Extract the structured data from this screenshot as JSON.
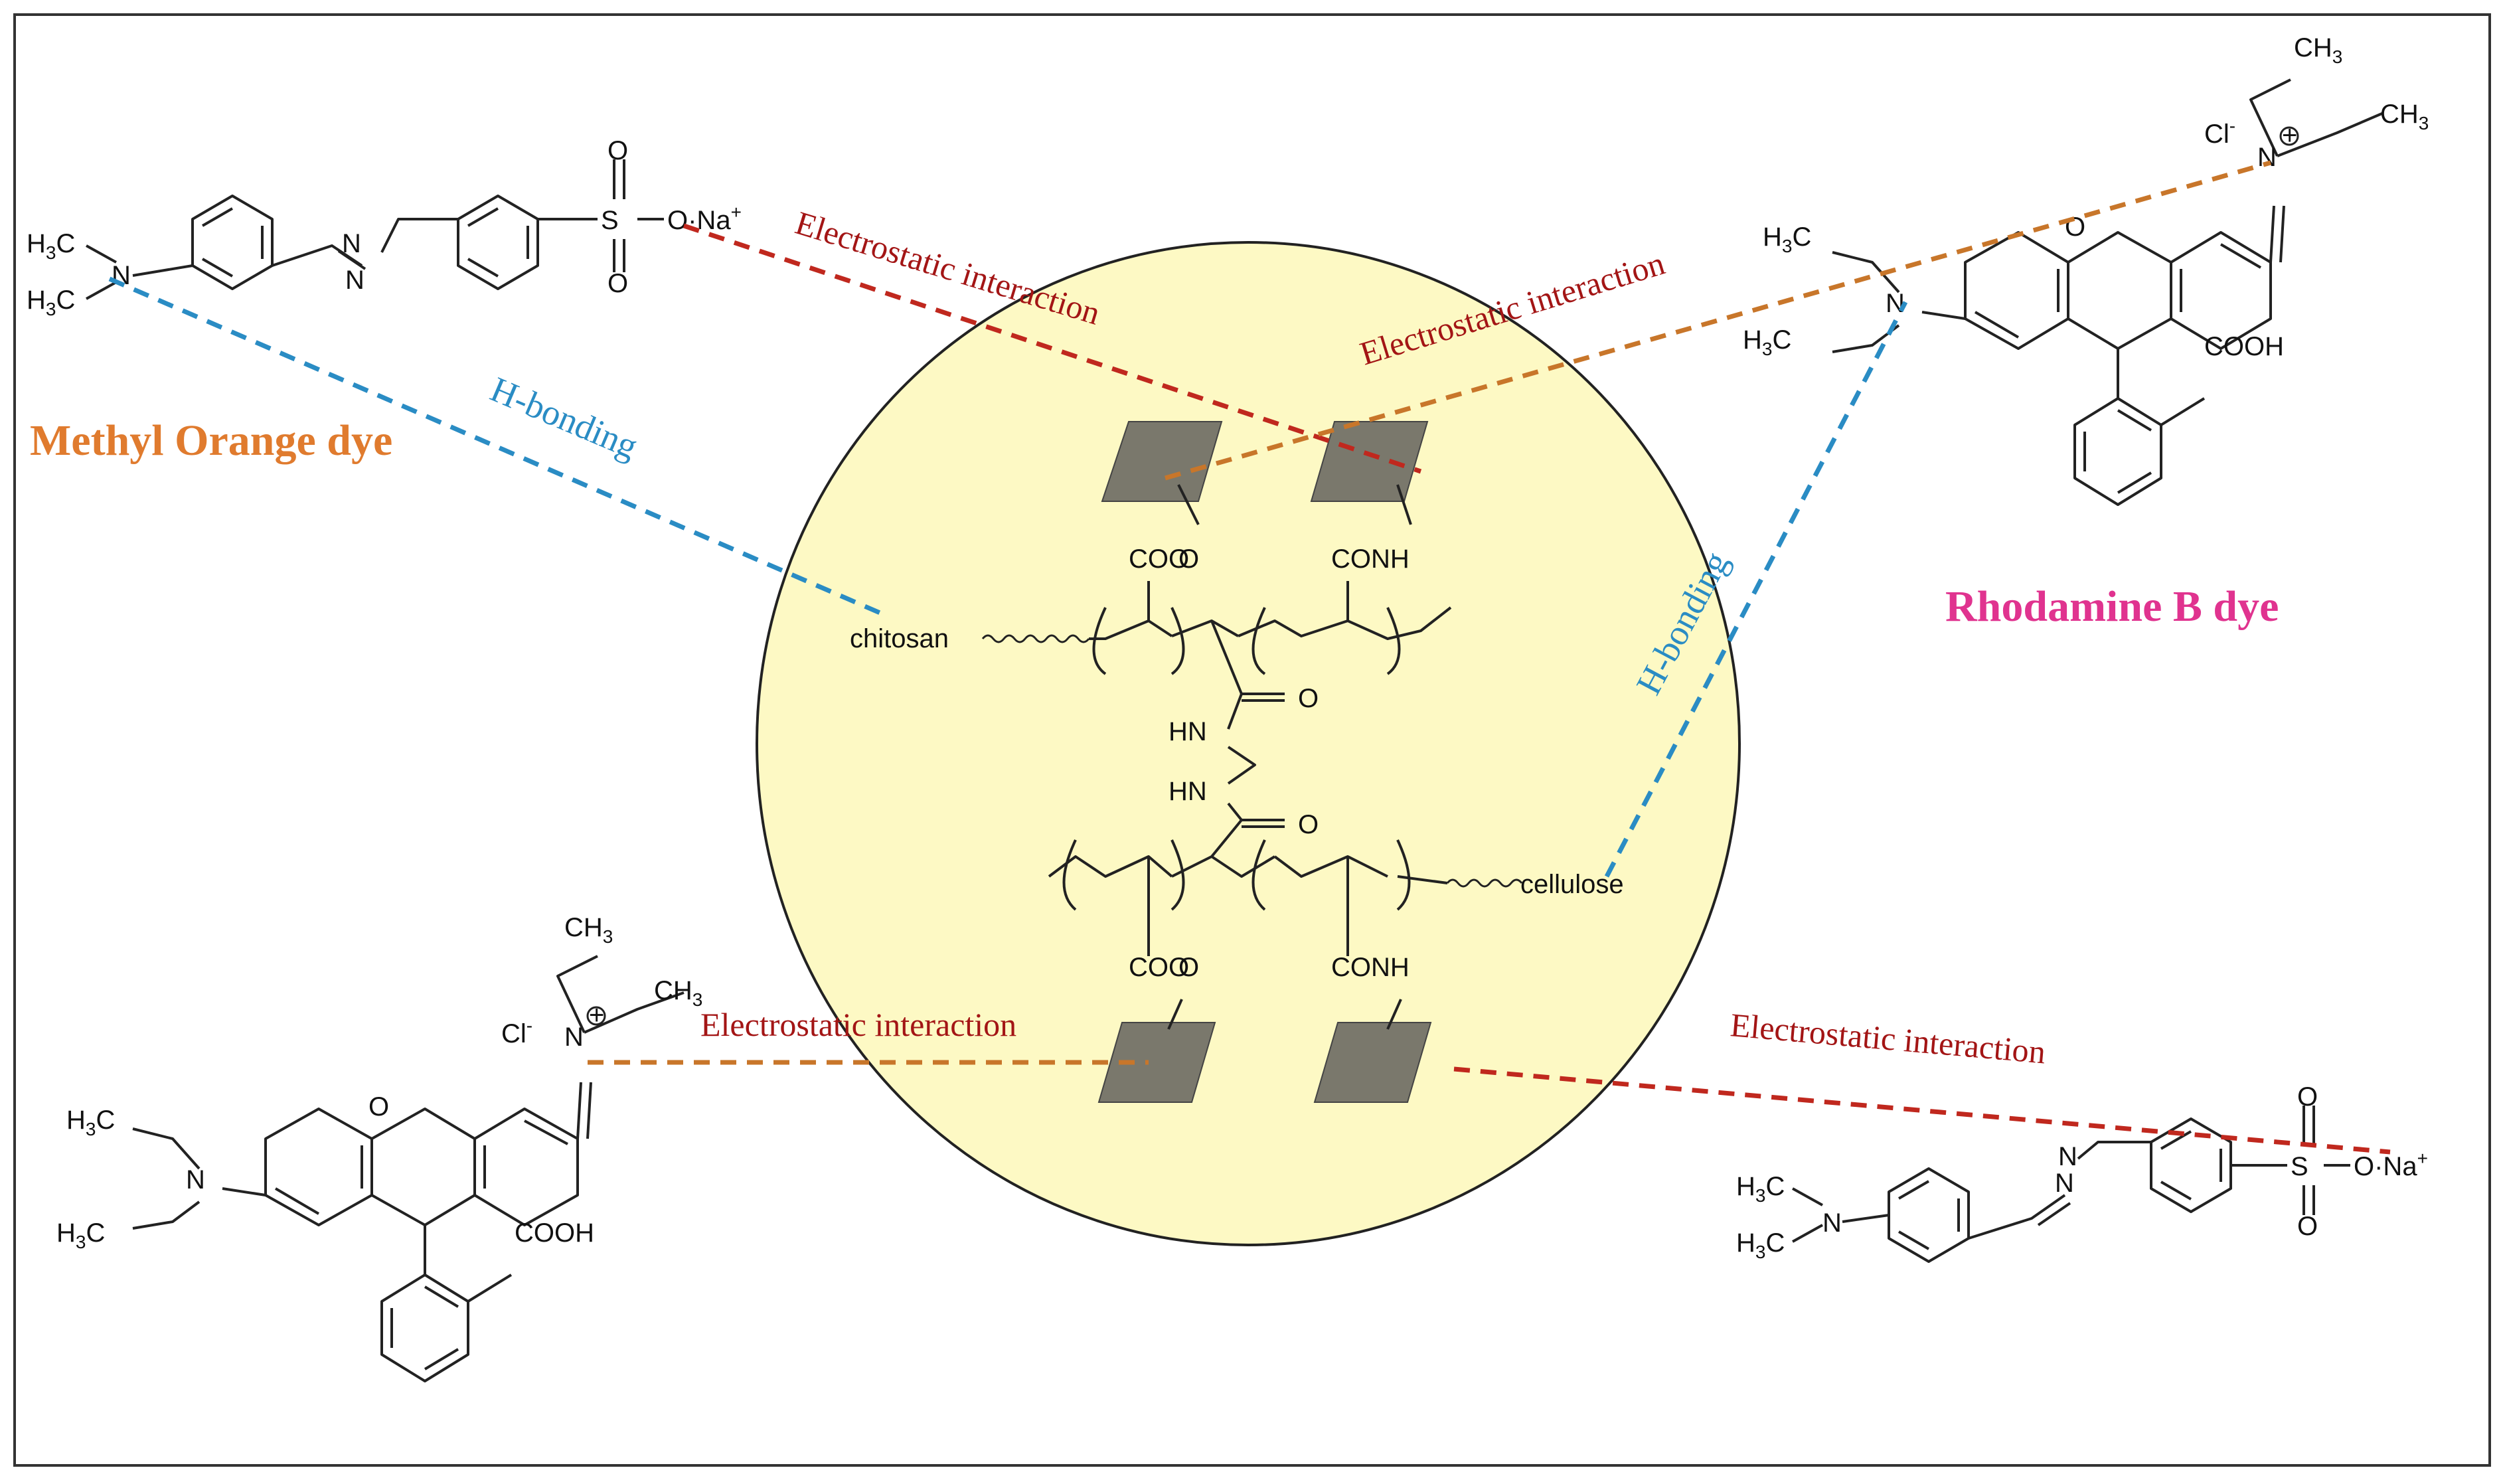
{
  "labels": {
    "methyl_orange_title": "Methyl Orange dye",
    "rhodamine_title": "Rhodamine B dye",
    "chitosan": "chitosan",
    "cellulose": "cellulose",
    "coo": "COO",
    "conh": "CONH",
    "hn": "HN",
    "o": "O",
    "n": "N",
    "h3c": "H",
    "c3": "C",
    "ch3": "CH",
    "sub3": "3",
    "cooh": "COOH",
    "cl": "Cl",
    "na": "O·Na",
    "plus": "+",
    "minus": "-",
    "s": "S",
    "so": "O"
  },
  "interactions": {
    "mo_top_electrostatic": "Electrostatic interaction",
    "rb_top_electrostatic": "Electrostatic interaction",
    "rb_bottom_electrostatic": "Electrostatic interaction",
    "mo_bottom_electrostatic": "Electrostatic interaction",
    "mo_hbond": "H-bonding",
    "rb_hbond": "H-bonding"
  },
  "colors": {
    "methyl_orange_title": "#e07b2e",
    "rhodamine_title": "#e0338f",
    "electrostatic_text": "#a31515",
    "electrostatic_line_red": "#c0281e",
    "electrostatic_line_orange": "#c8762a",
    "hbond_line": "#2a8cc4",
    "hbond_text": "#2a8cc4",
    "circle_fill": "#fdf9c4",
    "site_fill": "#7a786c",
    "frame": "#333333"
  }
}
